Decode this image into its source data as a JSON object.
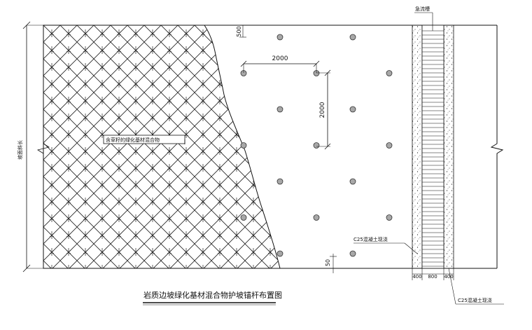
{
  "title": "岩质边坡绿化基材混合物护坡锚杆布置图",
  "labels": {
    "slope_height_label": "坡面斜长",
    "mixture_label": "含草籽的绿化基材混合物",
    "drain_ditch_label": "急流槽",
    "c25_concrete_label_upper": "C25混凝土现浇",
    "c25_concrete_label_lower": "C25混凝土现浇"
  },
  "dimensions": {
    "top_offset": "500",
    "horizontal_spacing": "2000",
    "vertical_spacing": "2000",
    "bottom_offset": "50",
    "wall_left": "400",
    "channel_width": "800",
    "wall_right": "400"
  },
  "anchor_grid": {
    "columns": 3,
    "rows": 7,
    "marker": "circle"
  },
  "colors": {
    "line": "#111111",
    "anchor_fill": "#a8a8a8",
    "hatch": "#222222"
  }
}
